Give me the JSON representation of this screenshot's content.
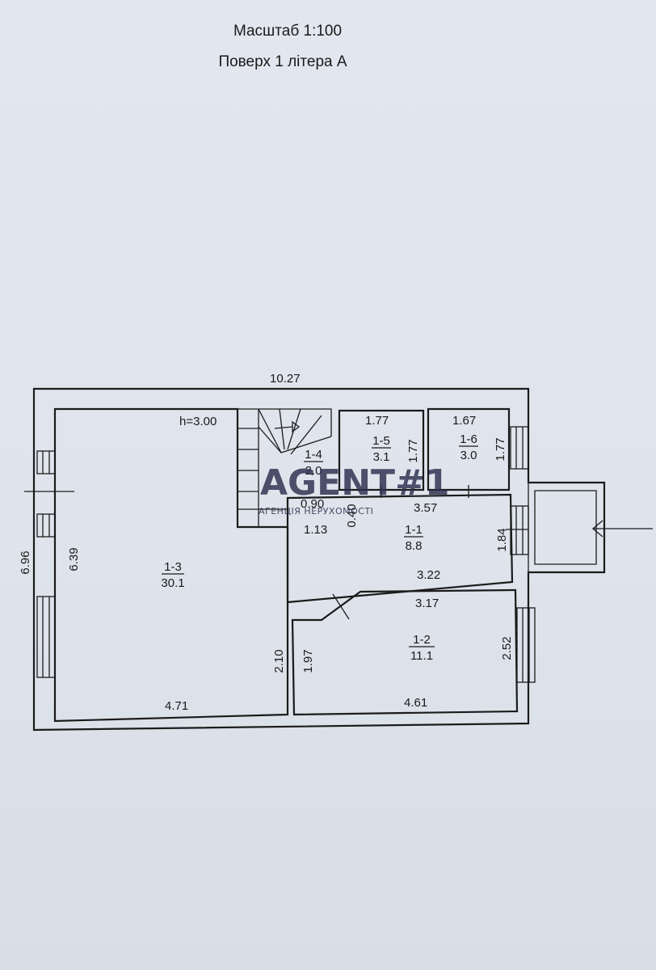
{
  "header": {
    "scale": "Масштаб 1:100",
    "floor": "Поверх 1 літера А"
  },
  "dimensions": {
    "overall_width": "10.27",
    "overall_height": "6.96",
    "inner_height": "6.39",
    "room_1_3_width": "4.71",
    "partition_height": "2.10",
    "room_1_2_height_left": "1.97",
    "room_1_2_width_bottom": "4.61",
    "room_1_2_width_top": "3.17",
    "room_1_2_height_right": "2.52",
    "room_1_1_width_bottom": "3.22",
    "room_1_1_width_top": "3.57",
    "room_1_1_height": "1.84",
    "stair_wall": "0.90",
    "stair_width": "1.13",
    "stair_depth": "0.40",
    "room_1_5_width": "1.77",
    "room_1_5_height": "1.77",
    "room_1_6_width": "1.67",
    "room_1_6_height": "1.77"
  },
  "ceiling_height": "h=3.00",
  "rooms": [
    {
      "id": "1-1",
      "area": "8.8"
    },
    {
      "id": "1-2",
      "area": "11.1"
    },
    {
      "id": "1-3",
      "area": "30.1"
    },
    {
      "id": "1-4",
      "area": "2.0"
    },
    {
      "id": "1-5",
      "area": "3.1"
    },
    {
      "id": "1-6",
      "area": "3.0"
    }
  ],
  "watermark": {
    "brand": "AGENT#1",
    "tagline": "АГЕНЦІЯ НЕРУХОМОСТІ"
  },
  "colors": {
    "paper": "#e0e5ed",
    "ink": "#1b1b1b",
    "watermark": "#2d2f4e"
  }
}
